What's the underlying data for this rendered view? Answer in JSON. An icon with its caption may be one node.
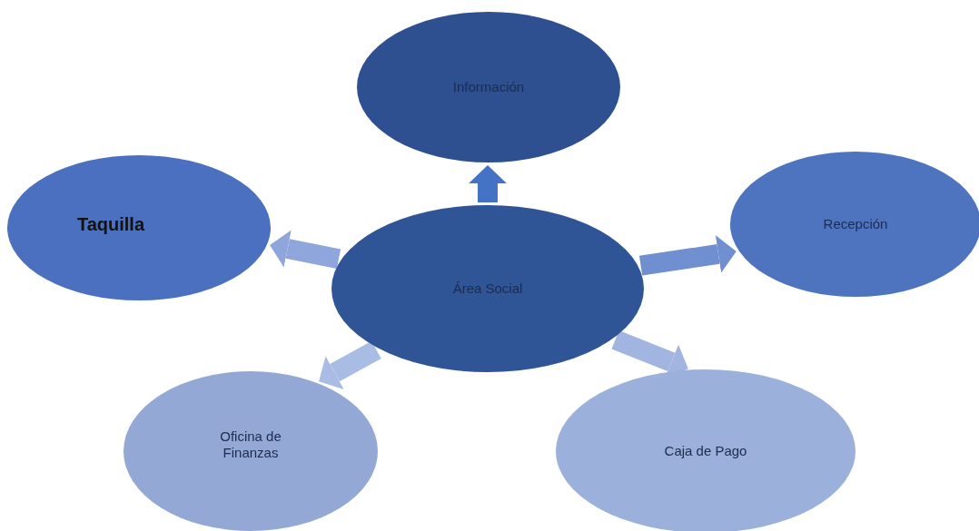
{
  "diagram": {
    "nodes": [
      {
        "text": [
          "Área Social"
        ]
      },
      {
        "text": [
          "Información"
        ]
      },
      {
        "text": [
          "Taquilla"
        ]
      },
      {
        "text": [
          "Recepción"
        ]
      },
      {
        "text": [
          "Oficina de Finanzas"
        ]
      },
      {
        "text": [
          "Caja de Pago"
        ]
      }
    ],
    "edges": [
      {
        "from": 0,
        "to": 1,
        "arrow": "to",
        "color": "#4472c4"
      },
      {
        "from": 0,
        "to": 2,
        "arrow": "to",
        "color": "#8ea6dc"
      },
      {
        "from": 0,
        "to": 3,
        "arrow": "to",
        "color": "#6f8fd0"
      },
      {
        "from": 0,
        "to": 4,
        "arrow": "to",
        "color": "#a9bce3"
      },
      {
        "from": 0,
        "to": 5,
        "arrow": "to",
        "color": "#a2b5e0"
      }
    ]
  }
}
